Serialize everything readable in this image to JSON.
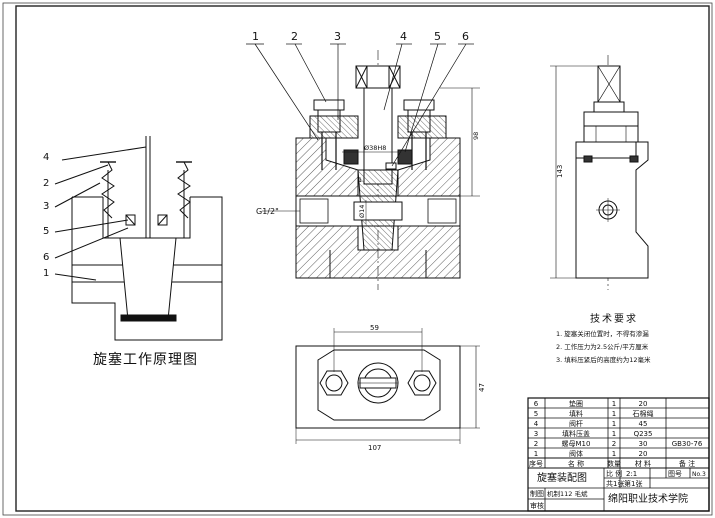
{
  "diagram": {
    "principle_title": "旋塞工作原理图",
    "principle_callouts": [
      "4",
      "2",
      "3",
      "5",
      "6",
      "1"
    ],
    "main_callouts": [
      "1",
      "2",
      "3",
      "4",
      "5",
      "6"
    ],
    "dimensions": {
      "dia_38": "Ø38H8",
      "dia_14": "Ø14",
      "thread": "G1/2\"",
      "h_98": "98",
      "h_143": "143",
      "w_59": "59",
      "h_47": "47",
      "w_107": "107",
      "small_1": "1"
    },
    "tech_title": "技术要求",
    "tech_items": [
      "1. 旋塞关闭位置时，不得有渗漏",
      "2. 工作压力为2.5公斤/平方厘米",
      "3. 填料压紧后的高度约为12毫米"
    ]
  },
  "bom": {
    "rows": [
      {
        "no": "6",
        "name": "垫圈",
        "qty": "1",
        "material": "20",
        "note": ""
      },
      {
        "no": "5",
        "name": "填料",
        "qty": "1",
        "material": "石棉绳",
        "note": ""
      },
      {
        "no": "4",
        "name": "阀杆",
        "qty": "1",
        "material": "45",
        "note": ""
      },
      {
        "no": "3",
        "name": "填料压盖",
        "qty": "1",
        "material": "Q235",
        "note": ""
      },
      {
        "no": "2",
        "name": "螺母M10",
        "qty": "2",
        "material": "30",
        "note": "GB30-76"
      },
      {
        "no": "1",
        "name": "阀体",
        "qty": "1",
        "material": "20",
        "note": ""
      }
    ],
    "header": {
      "no": "序号",
      "name": "名  称",
      "qty": "数量",
      "material": "材  料",
      "note": "备  注"
    }
  },
  "title_block": {
    "drawing_name": "旋塞装配图",
    "scale_label": "比  例",
    "scale_value": "2:1",
    "figure_no_label": "图号",
    "figure_no_value": "No.3",
    "sheet_total": "共1张",
    "sheet_current": "第1张",
    "drawn_label": "制图",
    "drawn_value": "机制112 毛斌",
    "checked_label": "审核",
    "school": "绵阳职业技术学院"
  }
}
